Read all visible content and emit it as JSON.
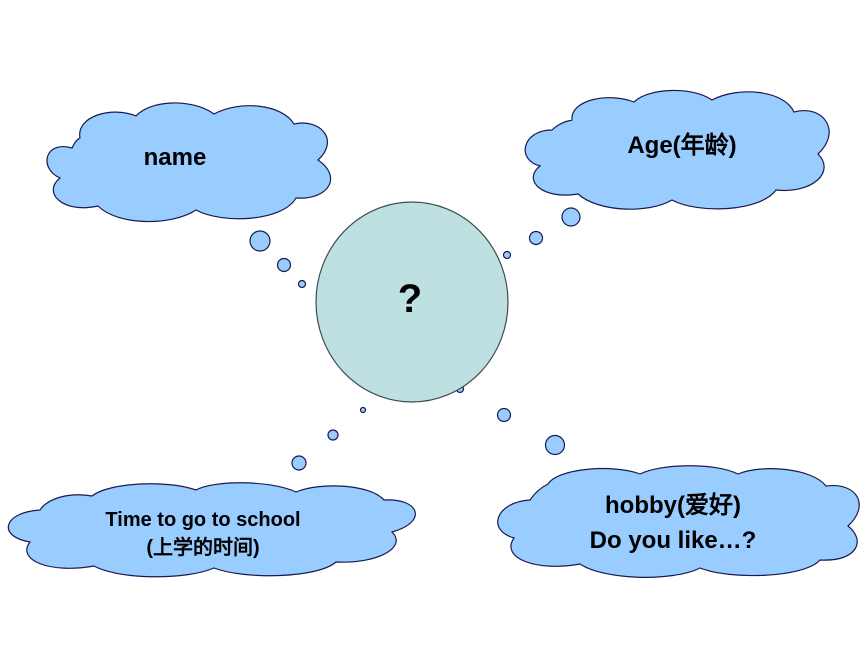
{
  "center": {
    "label": "?"
  },
  "clouds": {
    "name": {
      "text": "name"
    },
    "age": {
      "text": "Age(年龄)"
    },
    "time": {
      "line1": "Time to go to school",
      "line2": "(上学的时间)"
    },
    "hobby": {
      "line1": "hobby(爱好)",
      "line2": "Do you like…?"
    }
  },
  "colors": {
    "cloud_fill": "#99ccff",
    "cloud_stroke": "#1a1a4e",
    "center_fill": "#bfe0e0",
    "center_stroke": "#404a55"
  }
}
